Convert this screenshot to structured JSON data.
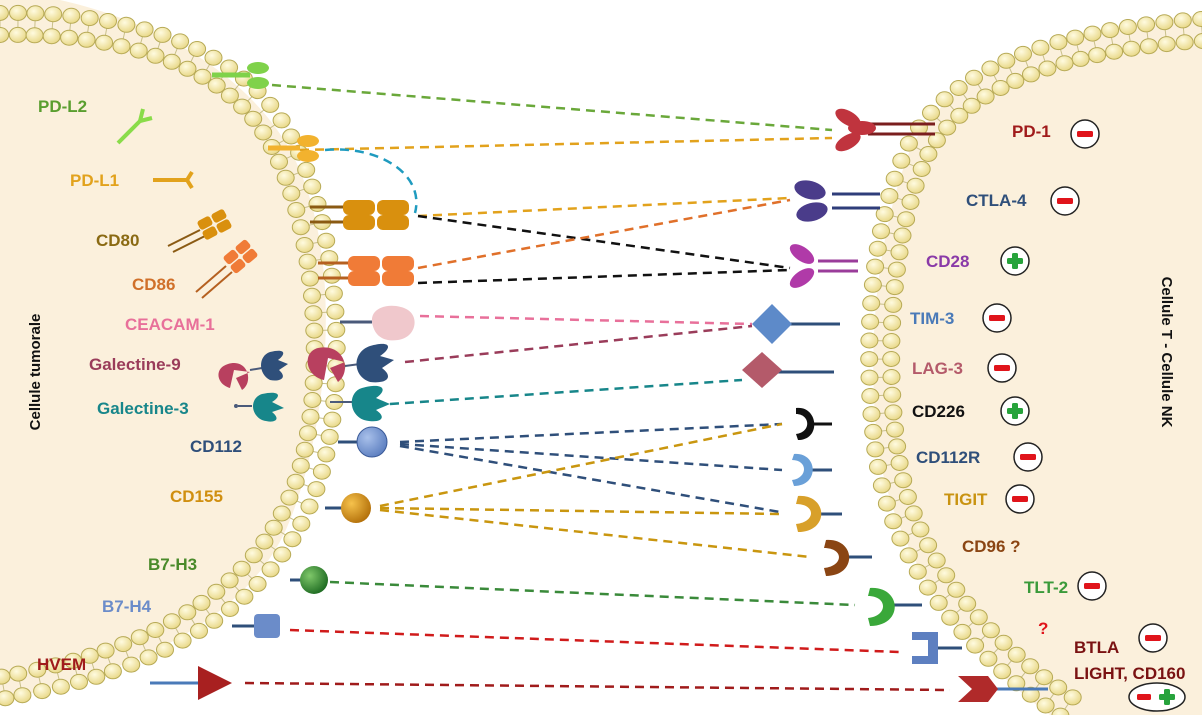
{
  "side_labels": {
    "left": "Cellule tumorale",
    "right": "Cellule T - Cellule NK"
  },
  "tumor_ligands": {
    "pdl2": "PD-L2",
    "pdl1": "PD-L1",
    "cd80": "CD80",
    "cd86": "CD86",
    "ceacam1": "CEACAM-1",
    "gal9": "Galectine-9",
    "gal3": "Galectine-3",
    "cd112": "CD112",
    "cd155": "CD155",
    "b7h3": "B7-H3",
    "b7h4": "B7-H4",
    "hvem": "HVEM"
  },
  "receptors": {
    "pd1": {
      "label": "PD-1",
      "sign": "−"
    },
    "ctla4": {
      "label": "CTLA-4",
      "sign": "−"
    },
    "cd28": {
      "label": "CD28",
      "sign": "+"
    },
    "tim3": {
      "label": "TIM-3",
      "sign": "−"
    },
    "lag3": {
      "label": "LAG-3",
      "sign": "−"
    },
    "cd226": {
      "label": "CD226",
      "sign": "+"
    },
    "cd112r": {
      "label": "CD112R",
      "sign": "−"
    },
    "tigit": {
      "label": "TIGIT",
      "sign": "−"
    },
    "cd96": {
      "label": "CD96 ?"
    },
    "tlt2": {
      "label": "TLT-2",
      "sign": "−"
    },
    "unknown": {
      "label": "?"
    },
    "btla": {
      "label": "BTLA",
      "sign": "−"
    },
    "light": {
      "label": "LIGHT, CD160"
    }
  },
  "colors": {
    "membrane_bead": "#f3e6a0",
    "membrane_bead_edge": "#b7aa56",
    "cytoplasm": "#fbf0dc",
    "inhibit": "#e0141b",
    "activate": "#27a33c",
    "pdl2": "#5a9e2f",
    "pdl1": "#e2a21c",
    "cd80": "#8a6a13",
    "cd86": "#e0702a",
    "ceacam1": "#e8709a",
    "gal9": "#9a3c5a",
    "gal3": "#17868a",
    "cd112": "#2f4f7a",
    "cd155": "#d08f10",
    "b7h3": "#4a8a2a",
    "b7h4": "#6b8cc9",
    "hvem": "#a01b1b"
  }
}
